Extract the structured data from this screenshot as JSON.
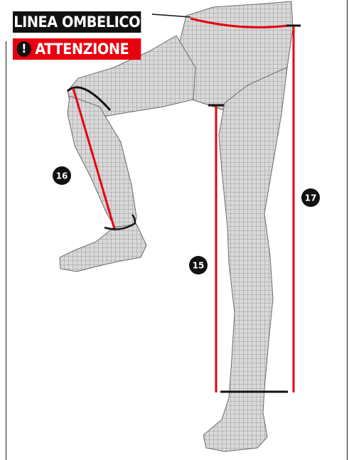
{
  "labels": {
    "navel_line": "LINEA OMBELICO",
    "warning": "ATTENZIONE",
    "warning_icon": "exclamation-icon"
  },
  "measurements": [
    {
      "number": "15"
    },
    {
      "number": "16"
    },
    {
      "number": "17"
    }
  ],
  "colors": {
    "measure_line": "#e8000f",
    "marker": "#111111",
    "label_dark": "#111111",
    "label_alert": "#e8000f"
  }
}
